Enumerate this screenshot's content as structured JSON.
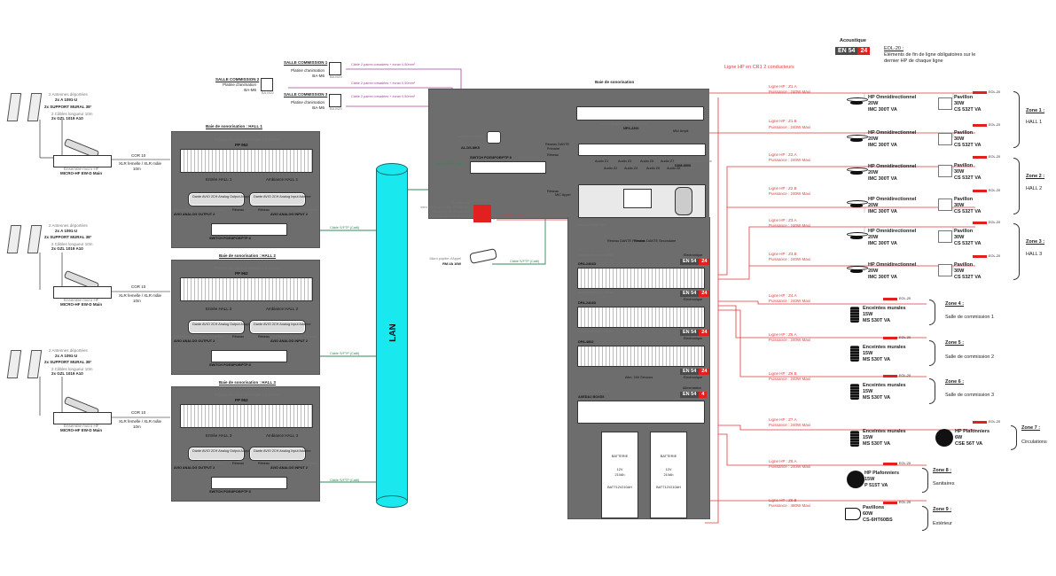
{
  "legend": {
    "acoustique_label": "Acoustique",
    "en54_left": "EN 54",
    "en54_right": "24",
    "eol_title": "EOL-20 :",
    "eol_desc_1": "Eléments de fin de ligne obligatoires sur le",
    "eol_desc_2": "dernier HP de chaque ligne",
    "cable_note": "Ligne HP en CR1 2 conducteurs"
  },
  "commission_rooms": [
    {
      "title": "SALLE COMMISSION 1",
      "line1": "Platine d'animation",
      "line2": "BA-M6",
      "device": "BA-M20",
      "cable": "Câble 2 paires torsadées + écran 0,50mm²"
    },
    {
      "title": "SALLE COMMISSION 2",
      "line1": "Platine d'animation",
      "line2": "BA-M6",
      "device": "BA-M20",
      "cable": "Câble 2 paires torsadées + écran 0,50mm²"
    },
    {
      "title": "SALLE COMMISSION 3",
      "line1": "Platine d'animation",
      "line2": "BA-M6",
      "device": "BA-M20",
      "cable": "Câble 2 paires torsadées + écran 0,50mm²"
    }
  ],
  "mic_groups": [
    {
      "antennas": "2 Antennes déportées",
      "antenna_ref": "2x A 1091-U",
      "support": "2x SUPPORT MURAL 38°",
      "cables": "2 Câbles longueur 10m",
      "cable_ref": "2x GZL 1019 A10",
      "ensemble": "Ensemble micro HF",
      "ensemble_ref": "MICRO-HF EW-D Main",
      "link_ref": "COR 10",
      "link_desc": "XLR femelle / XLR mâle",
      "link_len": "10m"
    },
    {
      "antennas": "2 Antennes déportées",
      "antenna_ref": "2x A 1091-U",
      "support": "2x SUPPORT MURAL 38°",
      "cables": "2 Câbles longueur 10m",
      "cable_ref": "2x GZL 1019 A10",
      "ensemble": "Ensemble micro HF",
      "ensemble_ref": "MICRO-HF EW-D Main",
      "link_ref": "COR 10",
      "link_desc": "XLR femelle / XLR mâle",
      "link_len": "10m"
    },
    {
      "antennas": "2 Antennes déportées",
      "antenna_ref": "2x A 1091-U",
      "support": "2x SUPPORT MURAL 38°",
      "cables": "2 Câbles longueur 10m",
      "cable_ref": "2x GZL 1019 A10",
      "ensemble": "Ensemble micro HF",
      "ensemble_ref": "MICRO-HF EW-D Main",
      "link_ref": "COR 10",
      "link_desc": "XLR femelle / XLR mâle",
      "link_len": "10m"
    }
  ],
  "halls": [
    {
      "title": "Baie de sonorisation : HALL 1",
      "preamp": "Préamplificateur 8 entrées / 2 sorties",
      "preamp_ref": "PP 962",
      "entree": "Entrée HALL 1",
      "sortie": "Ambiance HALL 1",
      "conv_out": "Convertisseur IP Dante 2 sorties",
      "conv_out_ref": "AVIO ANALOG OUTPUT 2",
      "conv_in": "Convertisseur IP Dante 2 entrées",
      "conv_in_ref": "AVIO ANALOG INPUT 2",
      "module_out": "Dante AVIO 2CH Analog Output Adapter",
      "module_in": "Dante AVIO 2CH Analog Input Adapter",
      "reseau": "Réseau",
      "switch": "SWITCH POE/8POE/PTP 8",
      "cable": "Câble S/FTP (Cat6)"
    },
    {
      "title": "Baie de sonorisation : HALL 2",
      "preamp": "Préamplificateur 8 entrées / 2 sorties",
      "preamp_ref": "PP 962",
      "entree": "Entrée HALL 2",
      "sortie": "Ambiance HALL 2",
      "conv_out": "Convertisseur IP Dante 2 sorties",
      "conv_out_ref": "AVIO ANALOG OUTPUT 2",
      "conv_in": "Convertisseur IP Dante 2 entrées",
      "conv_in_ref": "AVIO ANALOG INPUT 2",
      "module_out": "Dante AVIO 2CH Analog Output Adapter",
      "module_in": "Dante AVIO 2CH Analog Input Adapter",
      "reseau": "Réseau",
      "switch": "SWITCH POE/8POE/PTP 8",
      "cable": "Câble S/FTP (Cat6)"
    },
    {
      "title": "Baie de sonorisation : HALL 3",
      "preamp": "Préamplificateur 8 entrées / 2 sorties",
      "preamp_ref": "PP 962",
      "entree": "Entrée HALL 3",
      "sortie": "Ambiance HALL 3",
      "conv_out": "Convertisseur IP Dante 2 sorties",
      "conv_out_ref": "AVIO ANALOG OUTPUT 2",
      "conv_in": "Convertisseur IP Dante 2 entrées",
      "conv_in_ref": "AVIO ANALOG INPUT 2",
      "module_out": "Dante AVIO 2CH Analog Output Adapter",
      "module_in": "Dante AVIO 2CH Analog Input Adapter",
      "reseau": "Réseau",
      "switch": "SWITCH POE/8POE/PTP 8",
      "cable": "Câble S/FTP (Cat6)"
    }
  ],
  "lan": {
    "label": "LAN"
  },
  "main_bay": {
    "title": "Baie de sonorisation",
    "source_label": "Lecteur Audio/Radio sur réseau",
    "source_ref": "NPX-2200",
    "mic_ampli": "Mic/ Ampli",
    "matrix_label": "Matrice Audio numérique",
    "matrix_ref": "DXM-8000",
    "interface_label": "Interface réseau",
    "interface_ref": "AL-DS-MK5",
    "switch_label": "SWITCH POE/8POE/PTP 8",
    "reseau_dante_1": "Réseau DANTE",
    "reseau_dante_2": "Primaire",
    "reseau": "Réseau",
    "cable_cat6": "Câble S/FTP (Cat6)",
    "audio_labels": [
      "Audio Z1",
      "Audio Z2",
      "Audio Z3",
      "Audio Z4",
      "Audio Z5",
      "Audio Z6",
      "Audio Z7",
      "Audio Z8"
    ],
    "console_label": "Console EVAM-TEC",
    "contact_1": "Contact sec",
    "contact_2": "vers CMSI/UGA (SSI GÉNÉRAL)",
    "contact_3": "Synthèse de défaut SSS",
    "contact_4": "(Dérangement de l'ECSAV)",
    "cable_cr1": "4G ou 2G CR1",
    "micro_label": "Micro pupitre d'Appel",
    "micro_ref": "RM-VA 10W",
    "micro_brand": "Dynacor",
    "micro_cable": "Câble S/FTP (Cat6)",
    "mic_appel": "MIC Appel",
    "reseau_dante_pri": "Réseau DANTE Primaire",
    "reseau_dante_sec": "Réseau DANTE Secondaire",
    "alim": "Alim. 24V Secours",
    "amps": [
      {
        "label": "Amplificateur 4 x 240W",
        "ref": "DPA-2404D",
        "en_left": "EN 54",
        "en_right": "24",
        "en_caption": "Electronique"
      },
      {
        "label": "Amplificateur 4 x 240W",
        "ref": "DPA-2404D",
        "en_left": "EN 54",
        "en_right": "24",
        "en_caption": "Electronique"
      },
      {
        "label": "Amplificateur 2 x 480W",
        "ref": "DPA-4802",
        "en_left": "EN 54",
        "en_right": "24",
        "en_caption": "Electronique"
      }
    ],
    "power_en_left": "EN 54",
    "power_en_right": "24",
    "power_caption": "Electronique",
    "alim_caption": "Alimentation",
    "alim_en_left": "EN 54",
    "alim_en_right": "4",
    "charger_label": "Chargeur de batterie",
    "charger_ref": "AXEDA1 BOXS5",
    "batteries": [
      {
        "l1": "BATTERIE",
        "l2": "12V",
        "l3": "210Ah",
        "l4": "BATT12V210AH"
      },
      {
        "l1": "BATTERIE",
        "l2": "12V",
        "l3": "210Ah",
        "l4": "BATT12V210AH"
      }
    ]
  },
  "lines": [
    {
      "line": "Ligne HP : Z1.A",
      "power": "Puissance : 240W Maxi",
      "eol": "EOL-20"
    },
    {
      "line": "Ligne HP : Z1.B",
      "power": "Puissance : 240W Maxi",
      "eol": "EOL-20"
    },
    {
      "line": "Ligne HP : Z2.A",
      "power": "Puissance : 240W Maxi",
      "eol": "EOL-20"
    },
    {
      "line": "Ligne HP : Z2.B",
      "power": "Puissance : 240W Maxi",
      "eol": "EOL-20"
    },
    {
      "line": "Ligne HP : Z3.A",
      "power": "Puissance : 240W Maxi",
      "eol": "EOL-20"
    },
    {
      "line": "Ligne HP : Z3.B",
      "power": "Puissance : 240W Maxi",
      "eol": "EOL-20"
    },
    {
      "line": "Ligne HP : Z4.A",
      "power": "Puissance : 240W Maxi",
      "eol": "EOL-20"
    },
    {
      "line": "Ligne HP : Z5.A",
      "power": "Puissance : 240W Maxi",
      "eol": "EOL-20"
    },
    {
      "line": "Ligne HP : Z6.B",
      "power": "Puissance : 240W Maxi",
      "eol": "EOL-20"
    },
    {
      "line": "Ligne HP : Z7.A",
      "power": "Puissance : 240W Maxi",
      "eol": "EOL-20"
    },
    {
      "line": "Ligne HP : Z8.A",
      "power": "Puissance : 240W Maxi",
      "eol": "EOL-20"
    },
    {
      "line": "Ligne HP : Z9.B",
      "power": "Puissance : 480W Maxi",
      "eol": "EOL-20"
    }
  ],
  "speakers": {
    "omni": {
      "l1": "HP Omnidirectionnel",
      "l2": "20W",
      "l3": "IMC 300T VA"
    },
    "pavilion": {
      "l1": "Pavillon",
      "l2": "30W",
      "l3": "CS 532T VA"
    },
    "wall": {
      "l1": "Enceintes murales",
      "l2": "15W",
      "l3": "MS 530T VA"
    },
    "ceil6": {
      "l1": "HP Plafonniers",
      "l2": "6W",
      "l3": "CSE 56T VA"
    },
    "ceil15": {
      "l1": "HP Plafonniers",
      "l2": "15W",
      "l3": "P 515T VA"
    },
    "horn": {
      "l1": "Pavillons",
      "l2": "60W",
      "l3": "CS-6HT60BS"
    }
  },
  "zones": [
    {
      "title": "Zone 1 :",
      "name": "HALL 1"
    },
    {
      "title": "Zone 2 :",
      "name": "HALL 2"
    },
    {
      "title": "Zone 3 :",
      "name": "HALL 3"
    },
    {
      "title": "Zone 4 :",
      "name": "Salle de commission 1"
    },
    {
      "title": "Zone 5 :",
      "name": "Salle de commission 2"
    },
    {
      "title": "Zone 6 :",
      "name": "Salle de commission 3"
    },
    {
      "title": "Zone 7 :",
      "name": "Circulations"
    },
    {
      "title": "Zone 8 :",
      "name": "Sanitaires"
    },
    {
      "title": "Zone 9 :",
      "name": "Extérieur"
    }
  ],
  "colors": {
    "red_line": "#e0393e",
    "lan": "#19e8ee",
    "panel": "#6d6d6d",
    "green_cable": "#2e8b57",
    "purple_cable": "#a0479a"
  }
}
